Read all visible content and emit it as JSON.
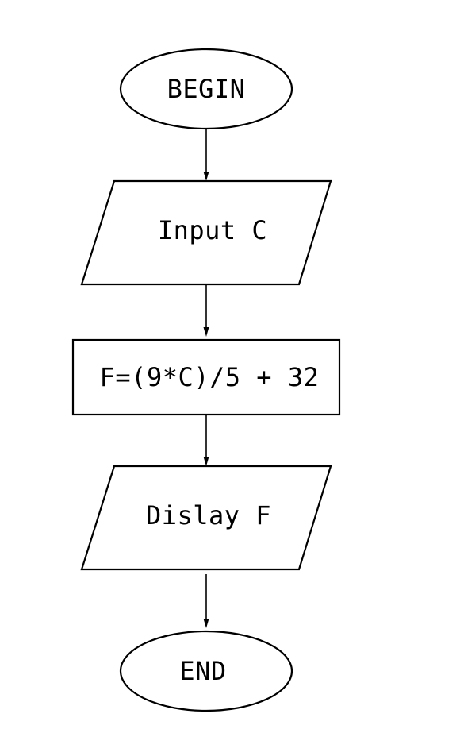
{
  "flowchart": {
    "nodes": [
      {
        "id": "begin",
        "shape": "terminator",
        "label": "BEGIN"
      },
      {
        "id": "input",
        "shape": "input-output",
        "label": "Input C"
      },
      {
        "id": "process",
        "shape": "process",
        "label": "F=(9*C)/5 + 32"
      },
      {
        "id": "display",
        "shape": "input-output",
        "label": "Dislay F"
      },
      {
        "id": "end",
        "shape": "terminator",
        "label": "END"
      }
    ],
    "edges": [
      {
        "from": "begin",
        "to": "input"
      },
      {
        "from": "input",
        "to": "process"
      },
      {
        "from": "process",
        "to": "display"
      },
      {
        "from": "display",
        "to": "end"
      }
    ]
  }
}
